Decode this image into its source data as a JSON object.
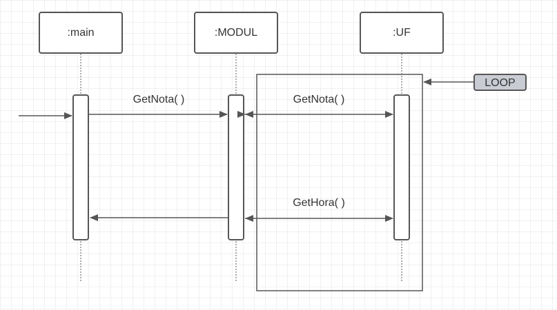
{
  "participants": [
    {
      "id": "main",
      "label": ":main"
    },
    {
      "id": "modul",
      "label": ":MODUL"
    },
    {
      "id": "uf",
      "label": ":UF"
    }
  ],
  "messages": [
    {
      "from": "main",
      "to": "modul",
      "label": "GetNota( )"
    },
    {
      "from": "modul",
      "to": "uf",
      "label": "GetNota( )",
      "bidirectional": true
    },
    {
      "from": "modul",
      "to": "uf",
      "label": "GetHora( )",
      "bidirectional": true
    },
    {
      "from": "modul",
      "to": "main",
      "label": ""
    }
  ],
  "fragment": {
    "label": "LOOP"
  },
  "colors": {
    "line": "#555555",
    "grid": "#e3e3e3",
    "tag_fill": "#c9ccd3",
    "box_fill": "#ffffff"
  }
}
